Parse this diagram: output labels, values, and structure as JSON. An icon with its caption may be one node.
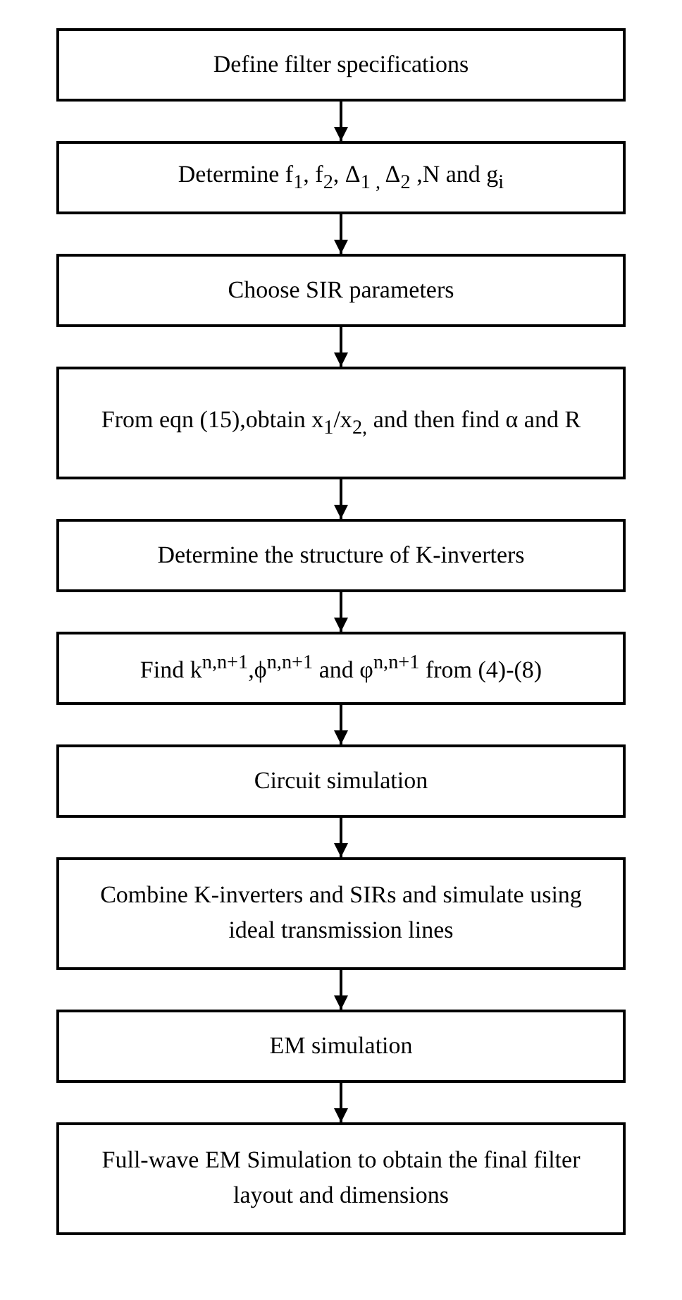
{
  "diagram": {
    "nodes": [
      {
        "text": [
          "Define filter specifications"
        ]
      },
      {
        "text": [
          "Determine f$_{1}$, f$_{2}$, Δ$_{1 ,}$ Δ$_{2}$ ,N and g$_{i}$"
        ]
      },
      {
        "text": [
          "Choose SIR parameters"
        ]
      },
      {
        "text": [
          "From eqn (15),obtain x$_{1}$/x$_{2,}$ and then find α and R"
        ]
      },
      {
        "text": [
          "Determine the structure of K-inverters"
        ]
      },
      {
        "text": [
          "Find k$^{n,n+1}$,ϕ$^{n,n+1}$ and φ$^{n,n+1}$ from (4)-(8)"
        ]
      },
      {
        "text": [
          "Circuit simulation"
        ]
      },
      {
        "text": [
          "Combine K-inverters and SIRs and simulate using ideal transmission lines"
        ]
      },
      {
        "text": [
          "EM simulation"
        ]
      },
      {
        "text": [
          "Full-wave EM Simulation to obtain the final filter layout and dimensions"
        ]
      }
    ],
    "edges": [
      {
        "from": 0,
        "to": 1,
        "arrow": "to"
      },
      {
        "from": 1,
        "to": 2,
        "arrow": "to"
      },
      {
        "from": 2,
        "to": 3,
        "arrow": "to"
      },
      {
        "from": 3,
        "to": 4,
        "arrow": "to"
      },
      {
        "from": 4,
        "to": 5,
        "arrow": "to"
      },
      {
        "from": 5,
        "to": 6,
        "arrow": "to"
      },
      {
        "from": 6,
        "to": 7,
        "arrow": "to"
      },
      {
        "from": 7,
        "to": 8,
        "arrow": "to"
      },
      {
        "from": 8,
        "to": 9,
        "arrow": "to"
      }
    ]
  }
}
